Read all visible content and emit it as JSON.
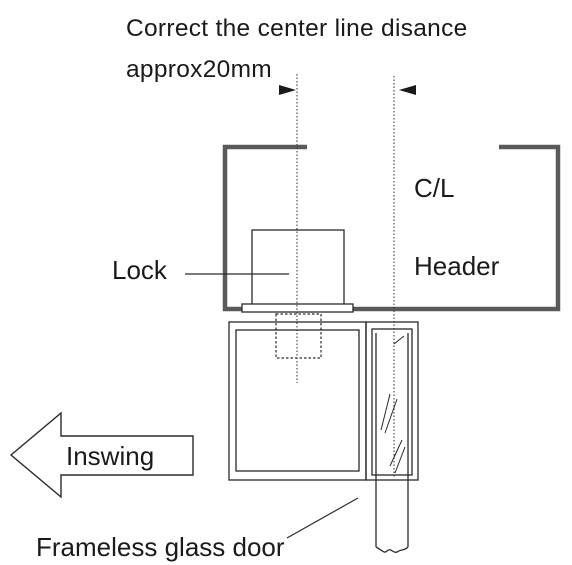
{
  "note": {
    "line1": "Correct the center line disance",
    "line2": "approx20mm"
  },
  "labels": {
    "cl": "C/L",
    "header": "Header",
    "lock": "Lock",
    "inswing": "Inswing",
    "door": "Frameless glass door"
  },
  "colors": {
    "line": "#2a2a2a",
    "header_frame": "#5a5a5a",
    "text": "#1a1a1a"
  }
}
